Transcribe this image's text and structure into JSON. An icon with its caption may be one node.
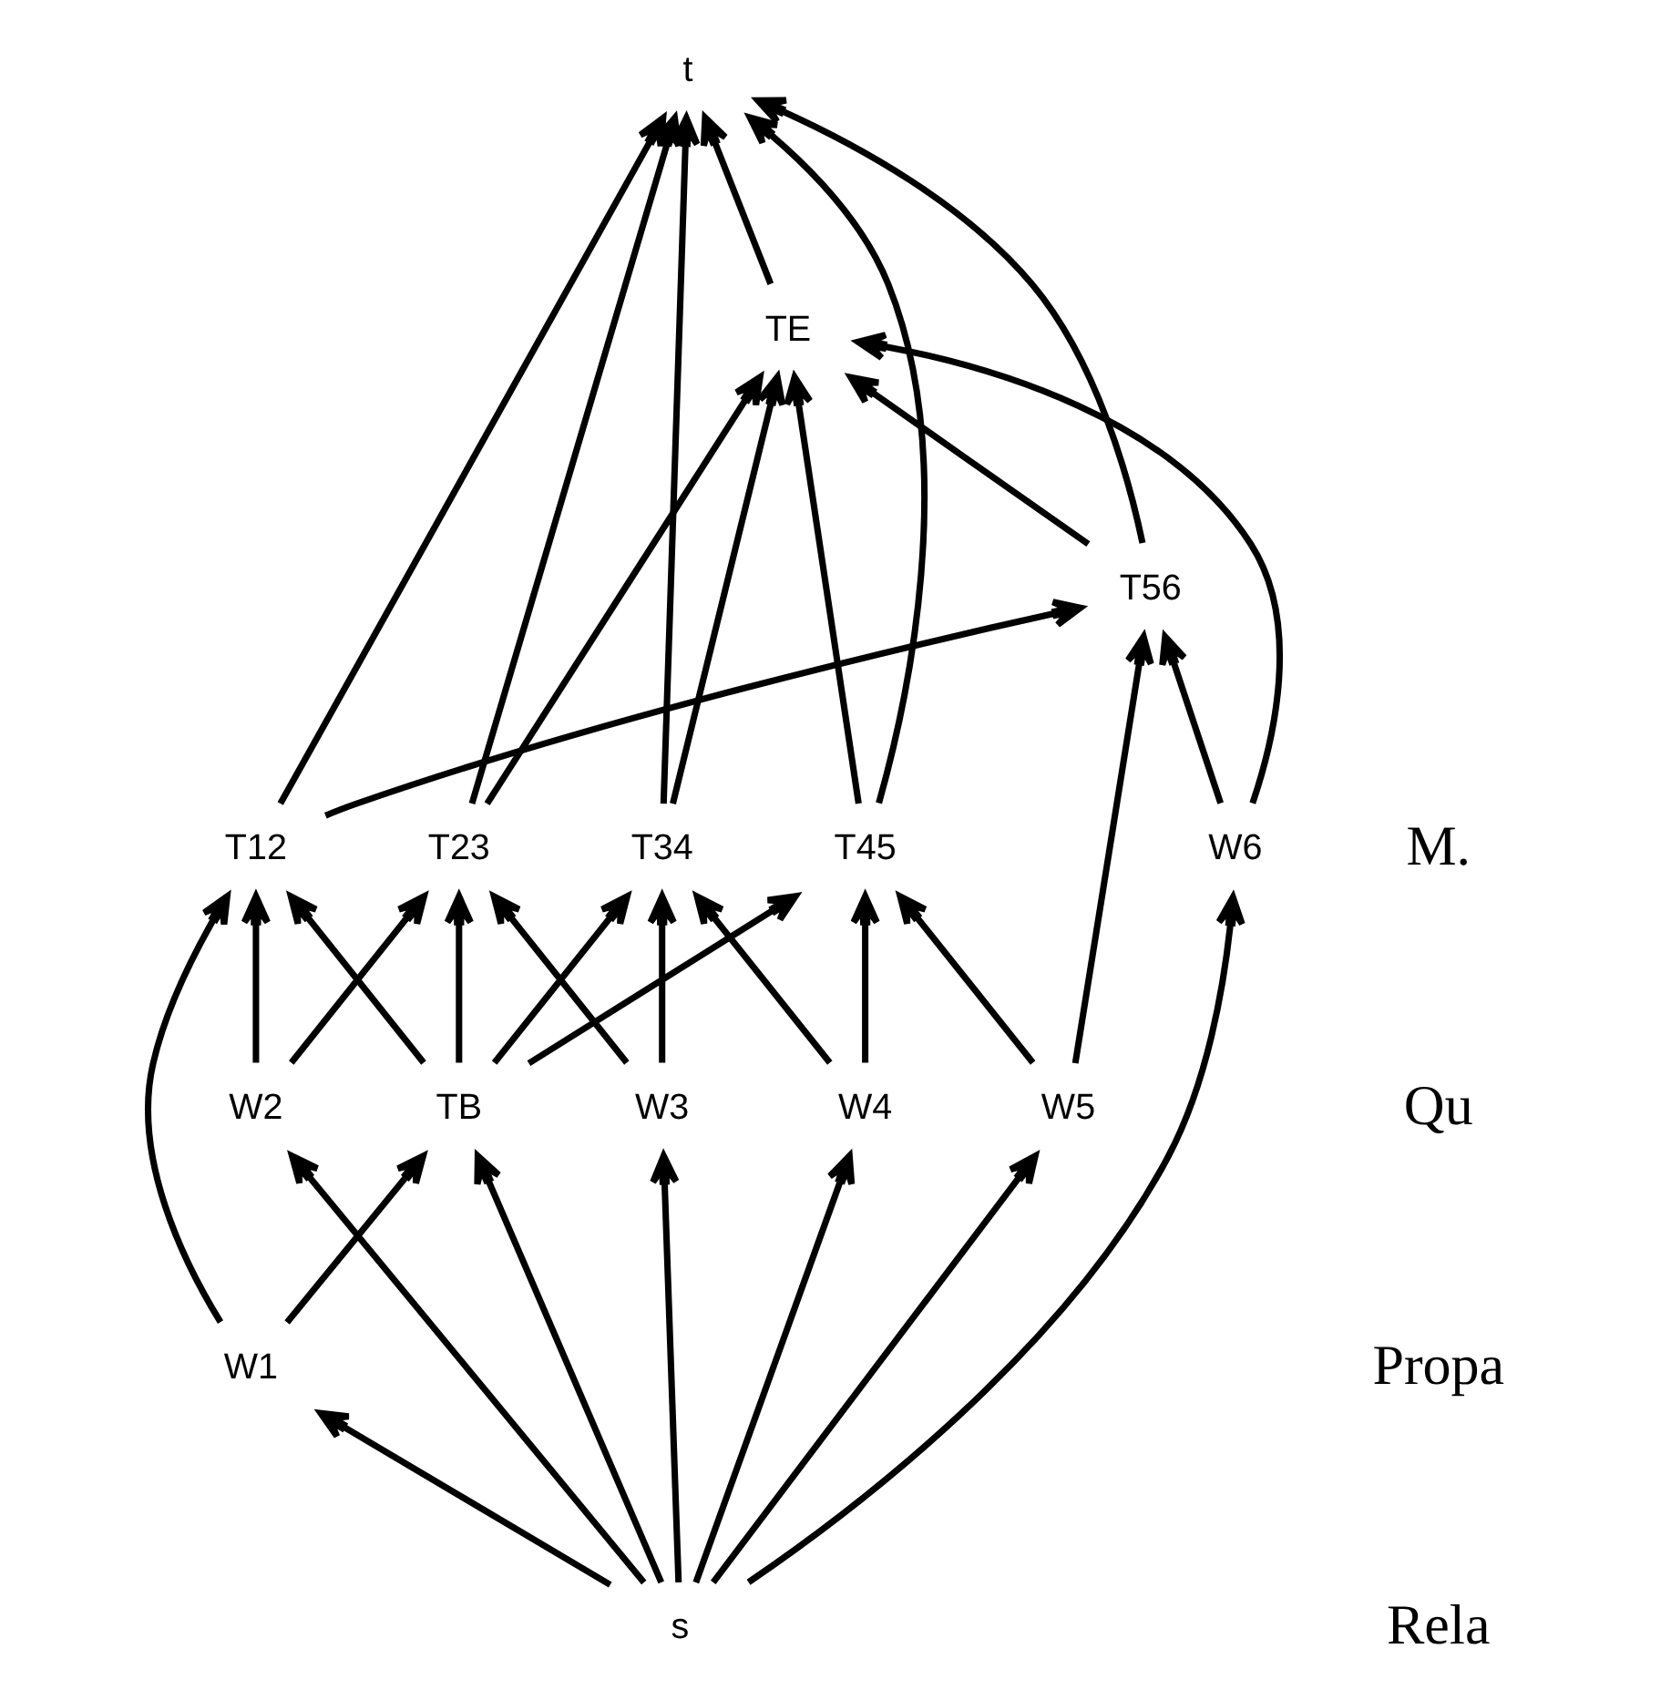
{
  "diagram": {
    "nodes": [
      {
        "text": [
          "t"
        ]
      },
      {
        "text": [
          "TB"
        ]
      },
      {
        "text": [
          "T12"
        ]
      },
      {
        "text": [
          "T23"
        ]
      },
      {
        "text": [
          "T34"
        ]
      },
      {
        "text": [
          "T45"
        ]
      },
      {
        "text": [
          "T56"
        ]
      },
      {
        "text": [
          "TE"
        ]
      },
      {
        "text": [
          "W1"
        ]
      },
      {
        "text": [
          "W2"
        ]
      },
      {
        "text": [
          "W3"
        ]
      },
      {
        "text": [
          "W4"
        ]
      },
      {
        "text": [
          "W5"
        ]
      },
      {
        "text": [
          "W6"
        ]
      },
      {
        "text": [
          "s"
        ]
      }
    ],
    "edges": [
      {
        "from": 14,
        "to": 1,
        "arrow": "to"
      },
      {
        "from": 14,
        "to": 8,
        "arrow": "to"
      },
      {
        "from": 14,
        "to": 9,
        "arrow": "to"
      },
      {
        "from": 14,
        "to": 10,
        "arrow": "to"
      },
      {
        "from": 14,
        "to": 11,
        "arrow": "to"
      },
      {
        "from": 14,
        "to": 12,
        "arrow": "to"
      },
      {
        "from": 14,
        "to": 13,
        "arrow": "to"
      },
      {
        "from": 8,
        "to": 1,
        "arrow": "to"
      },
      {
        "from": 8,
        "to": 2,
        "arrow": "to"
      },
      {
        "from": 9,
        "to": 2,
        "arrow": "to"
      },
      {
        "from": 9,
        "to": 3,
        "arrow": "to"
      },
      {
        "from": 10,
        "to": 3,
        "arrow": "to"
      },
      {
        "from": 10,
        "to": 4,
        "arrow": "to"
      },
      {
        "from": 11,
        "to": 4,
        "arrow": "to"
      },
      {
        "from": 11,
        "to": 5,
        "arrow": "to"
      },
      {
        "from": 12,
        "to": 5,
        "arrow": "to"
      },
      {
        "from": 12,
        "to": 6,
        "arrow": "to"
      },
      {
        "from": 13,
        "to": 6,
        "arrow": "to"
      },
      {
        "from": 13,
        "to": 7,
        "arrow": "to"
      },
      {
        "from": 1,
        "to": 2,
        "arrow": "to"
      },
      {
        "from": 1,
        "to": 3,
        "arrow": "to"
      },
      {
        "from": 1,
        "to": 4,
        "arrow": "to"
      },
      {
        "from": 1,
        "to": 5,
        "arrow": "to"
      },
      {
        "from": 2,
        "to": 6,
        "arrow": "to"
      },
      {
        "from": 3,
        "to": 7,
        "arrow": "to"
      },
      {
        "from": 4,
        "to": 7,
        "arrow": "to"
      },
      {
        "from": 5,
        "to": 7,
        "arrow": "to"
      },
      {
        "from": 6,
        "to": 7,
        "arrow": "to"
      },
      {
        "from": 2,
        "to": 0,
        "arrow": "to"
      },
      {
        "from": 3,
        "to": 0,
        "arrow": "to"
      },
      {
        "from": 4,
        "to": 0,
        "arrow": "to"
      },
      {
        "from": 5,
        "to": 0,
        "arrow": "to"
      },
      {
        "from": 6,
        "to": 0,
        "arrow": "to"
      },
      {
        "from": 7,
        "to": 0,
        "arrow": "to"
      }
    ],
    "labels": [
      "M.",
      "Qu",
      "Propa",
      "Rela"
    ]
  }
}
